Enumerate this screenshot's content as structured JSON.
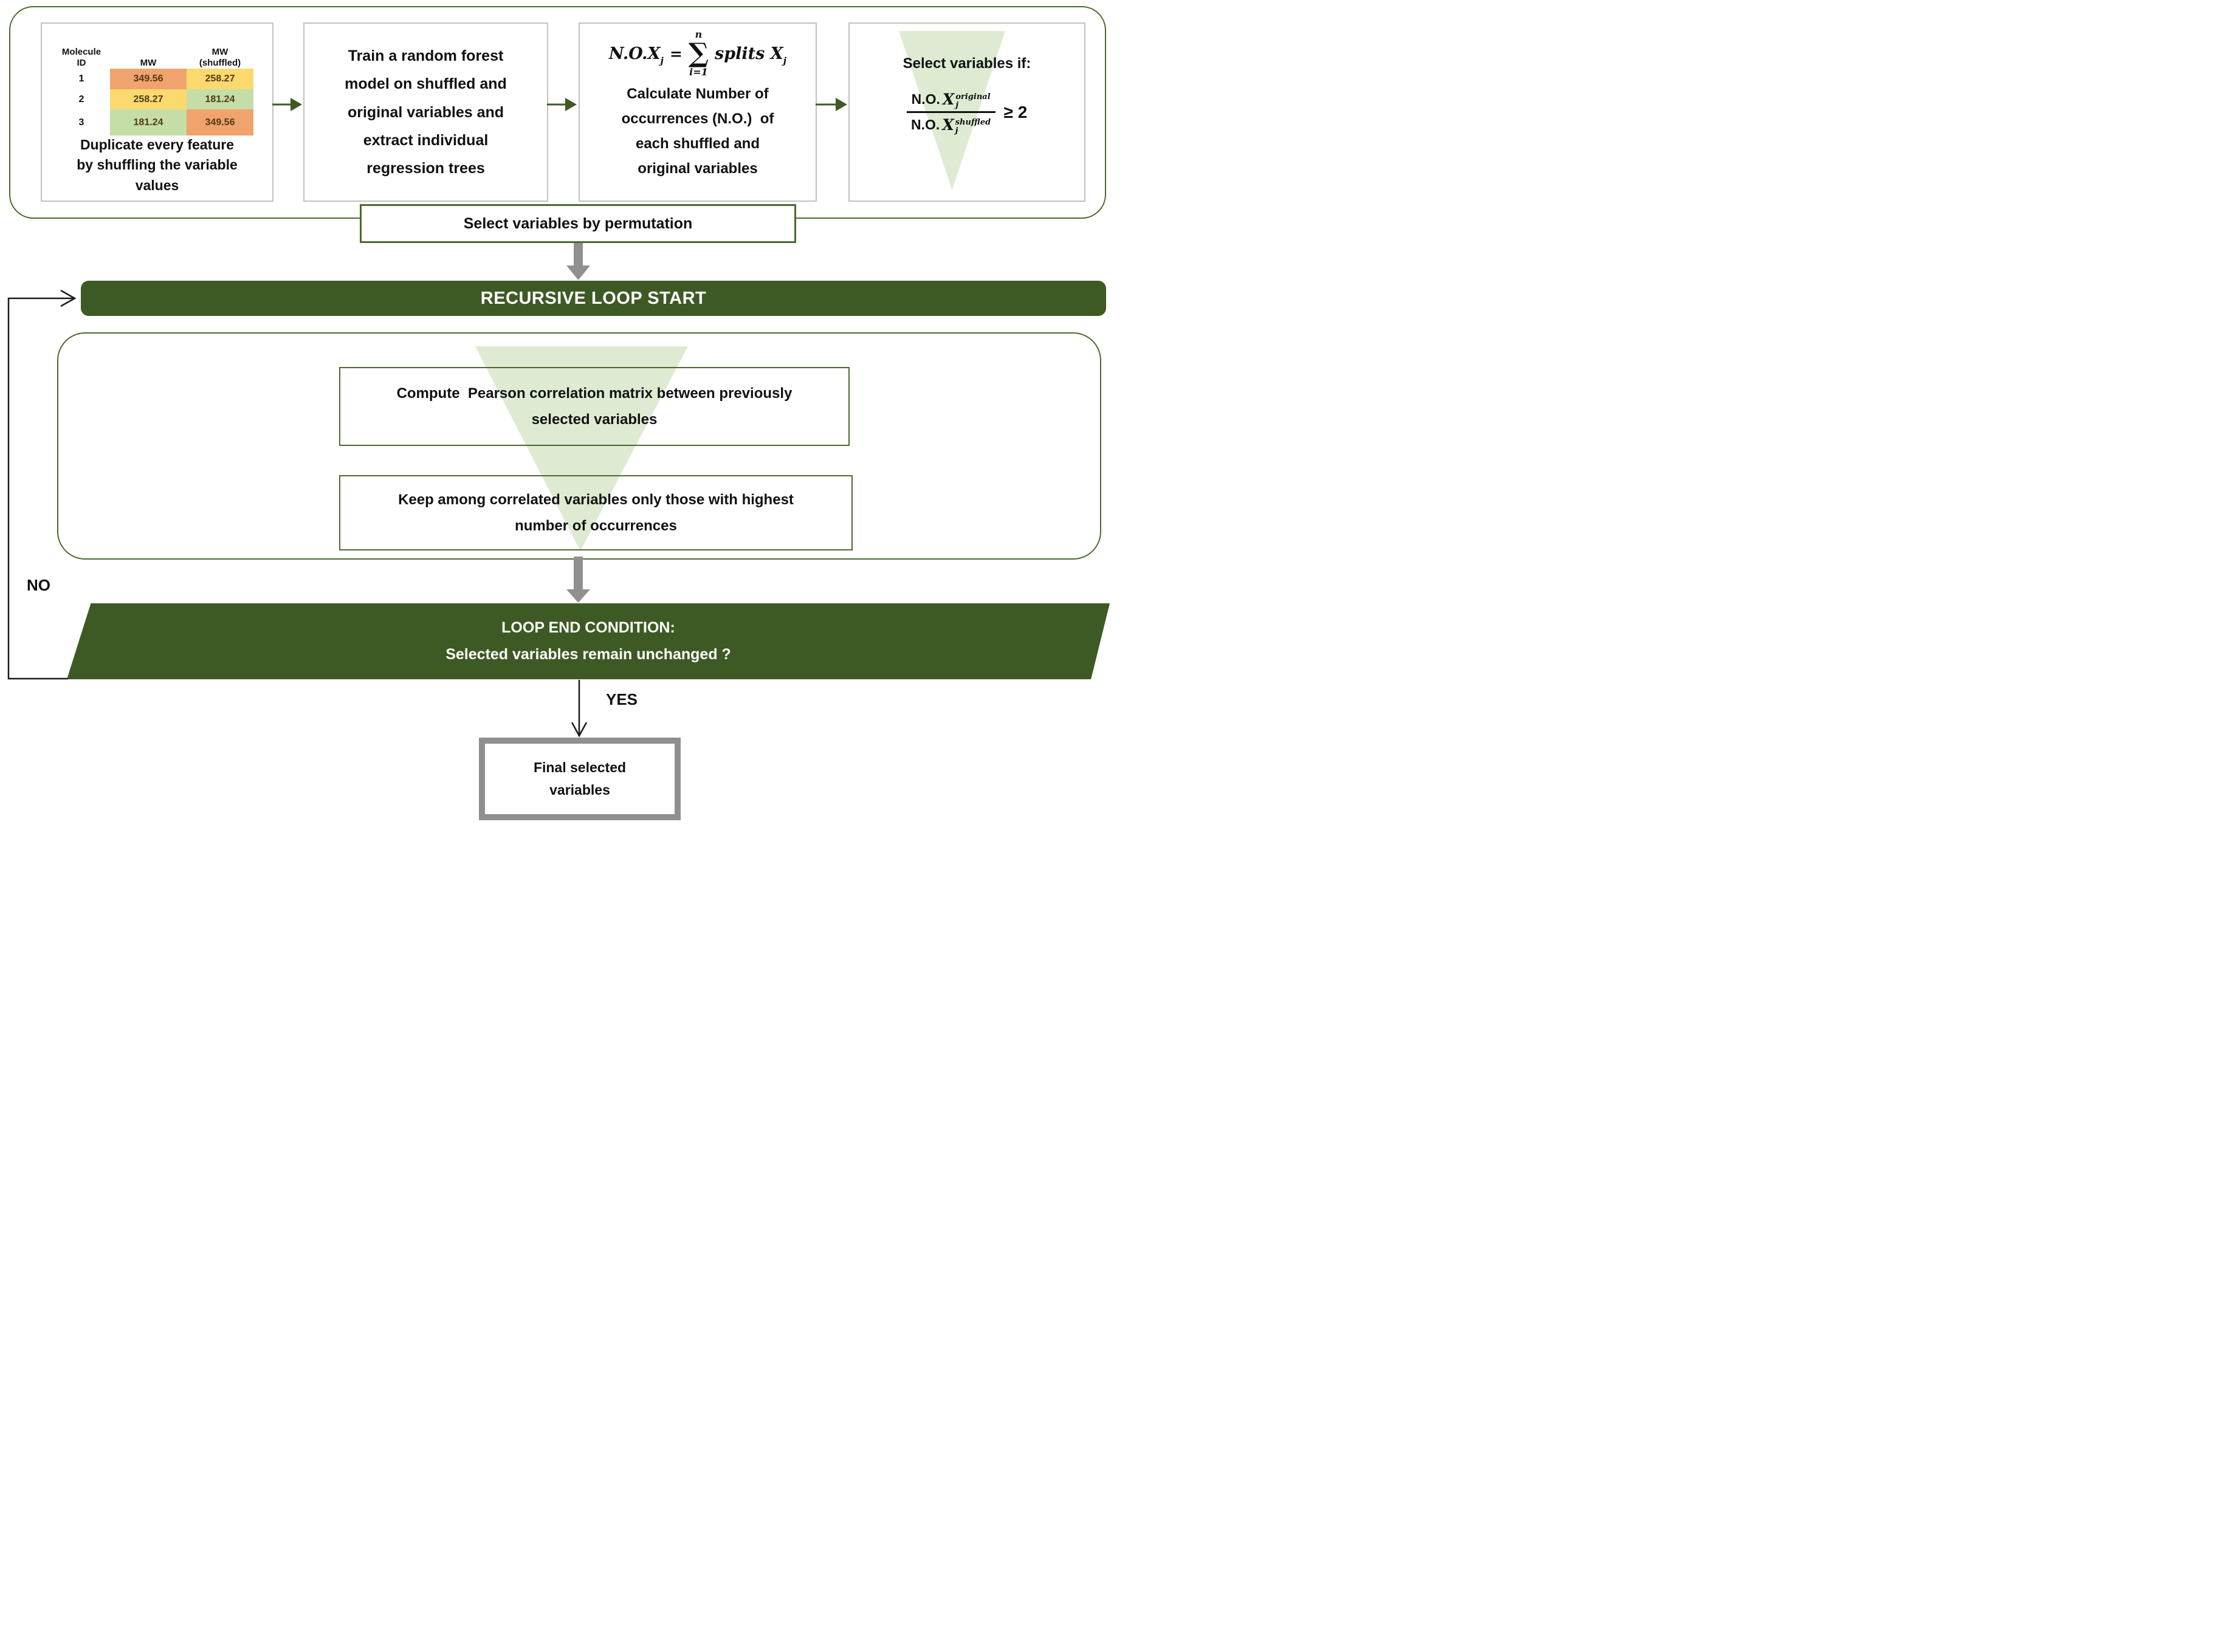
{
  "colors": {
    "dark_green": "#3D5A24",
    "border_green": "#4C682E",
    "pale_green": "#DEEBD2",
    "box_border_gray": "#C2C2C2",
    "final_border_gray": "#8F8F8F",
    "arrow_gray": "#909090",
    "line_black": "#1a1a1a",
    "cell_orange": "#F0A36C",
    "cell_yellow": "#FBD96F",
    "cell_green": "#C5DDA6"
  },
  "steps": {
    "duplicate": {
      "caption": "Duplicate every feature\nby shuffling the variable\nvalues",
      "table": {
        "headers": {
          "id": "Molecule\nID",
          "mw": "MW",
          "shuffled": "MW\n(shuffled)"
        },
        "rows": [
          {
            "id": "1",
            "mw": {
              "value": "349.56",
              "color": "cell_orange"
            },
            "shuffled": {
              "value": "258.27",
              "color": "cell_yellow"
            }
          },
          {
            "id": "2",
            "mw": {
              "value": "258.27",
              "color": "cell_yellow"
            },
            "shuffled": {
              "value": "181.24",
              "color": "cell_green"
            }
          },
          {
            "id": "3",
            "mw": {
              "value": "181.24",
              "color": "cell_green"
            },
            "shuffled": {
              "value": "349.56",
              "color": "cell_orange"
            }
          }
        ]
      }
    },
    "train": {
      "text": "Train a random forest\nmodel on shuffled and\noriginal variables and\nextract individual\nregression trees"
    },
    "occurrences": {
      "formula": {
        "lhs": "N.O.X",
        "lhs_sub": "j",
        "equals": "=",
        "sum_upper": "n",
        "sum_symbol": "∑",
        "sum_lower": "i=1",
        "rhs": "splits X",
        "rhs_sub": "j"
      },
      "text": "Calculate Number of\noccurrences (N.O.)  of\neach shuffled and\noriginal variables"
    },
    "select_if": {
      "title": "Select variables if:",
      "fraction": {
        "numerator_prefix": "N.O.",
        "numerator_var": "X",
        "numerator_sup": "original",
        "numerator_sub": "j",
        "denominator_prefix": "N.O.",
        "denominator_var": "X",
        "denominator_sup": "shuffled",
        "denominator_sub": "j",
        "comparison": "≥ 2"
      }
    },
    "permutation_label": "Select variables by permutation"
  },
  "loop": {
    "start_label": "RECURSIVE LOOP START",
    "step1": "Compute  Pearson correlation matrix between previously\nselected variables",
    "step2": "Keep among correlated variables only those with highest\nnumber of occurrences",
    "end_line1": "LOOP END CONDITION:",
    "end_line2": "Selected variables remain unchanged ?"
  },
  "labels": {
    "no": "NO",
    "yes": "YES"
  },
  "final": {
    "text": "Final selected\nvariables"
  }
}
